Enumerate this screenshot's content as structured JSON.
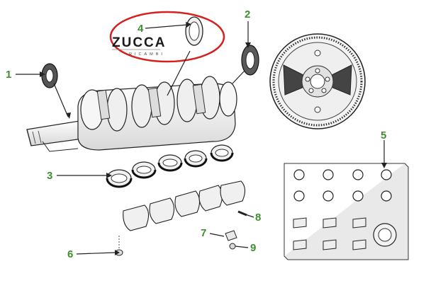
{
  "brand": {
    "name": "ZUCCA",
    "sub": "RICAMBI"
  },
  "callouts": [
    {
      "id": "1",
      "label": "1"
    },
    {
      "id": "2",
      "label": "2"
    },
    {
      "id": "3",
      "label": "3"
    },
    {
      "id": "4",
      "label": "4"
    },
    {
      "id": "5",
      "label": "5"
    },
    {
      "id": "6",
      "label": "6"
    },
    {
      "id": "7",
      "label": "7"
    },
    {
      "id": "8",
      "label": "8"
    },
    {
      "id": "9",
      "label": "9"
    }
  ],
  "colors": {
    "callout": "#3e8f2e",
    "highlight": "#d42020",
    "line": "#222222",
    "part": "#f3f3f3"
  }
}
